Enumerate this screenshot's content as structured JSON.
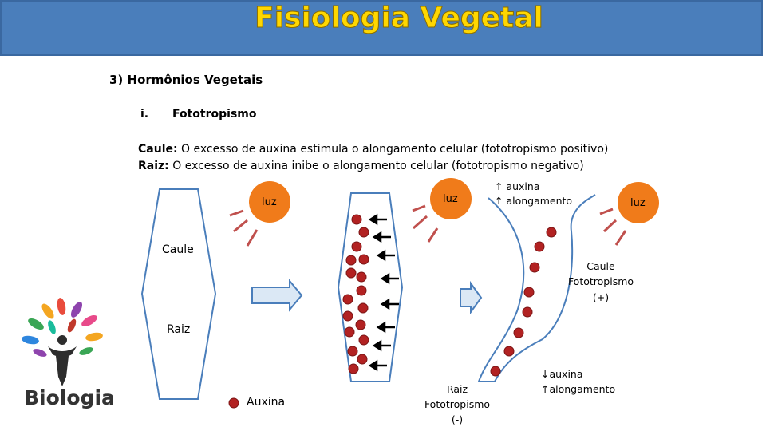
{
  "header": {
    "title": "Fisiologia Vegetal"
  },
  "section": {
    "number_title": "3) Hormônios Vegetais",
    "item_roman": "i.",
    "item_title": "Fototropismo"
  },
  "desc": {
    "caule_label": "Caule:",
    "caule_text": " O excesso de auxina estimula o alongamento celular (fototropismo positivo)",
    "raiz_label": "Raiz:",
    "raiz_text": " O excesso de auxina inibe o alongamento celular (fototropismo negativo)"
  },
  "diagram": {
    "luz": "luz",
    "caule": "Caule",
    "raiz": "Raiz",
    "auxina_legend": "Auxina",
    "stem_result": {
      "organ": "Caule",
      "effect": "Fototropismo",
      "sign": "(+)"
    },
    "root_result": {
      "organ": "Raiz",
      "effect": "Fototropismo",
      "sign": "(-)"
    },
    "top_effect": {
      "line1": "↑ auxina",
      "line2": "↑ alongamento"
    },
    "bottom_effect": {
      "line1": "↓auxina",
      "line2": "↑alongamento"
    }
  },
  "logo": {
    "text": "Biologia"
  },
  "colors": {
    "header_bg": "#4a7ebb",
    "title": "#ffd700",
    "sun": "#f07b1a",
    "ray": "#c0504d",
    "auxin": "#b22222",
    "arrow_fill": "#dbe8f5",
    "arrow_stroke": "#4a7ebb"
  }
}
